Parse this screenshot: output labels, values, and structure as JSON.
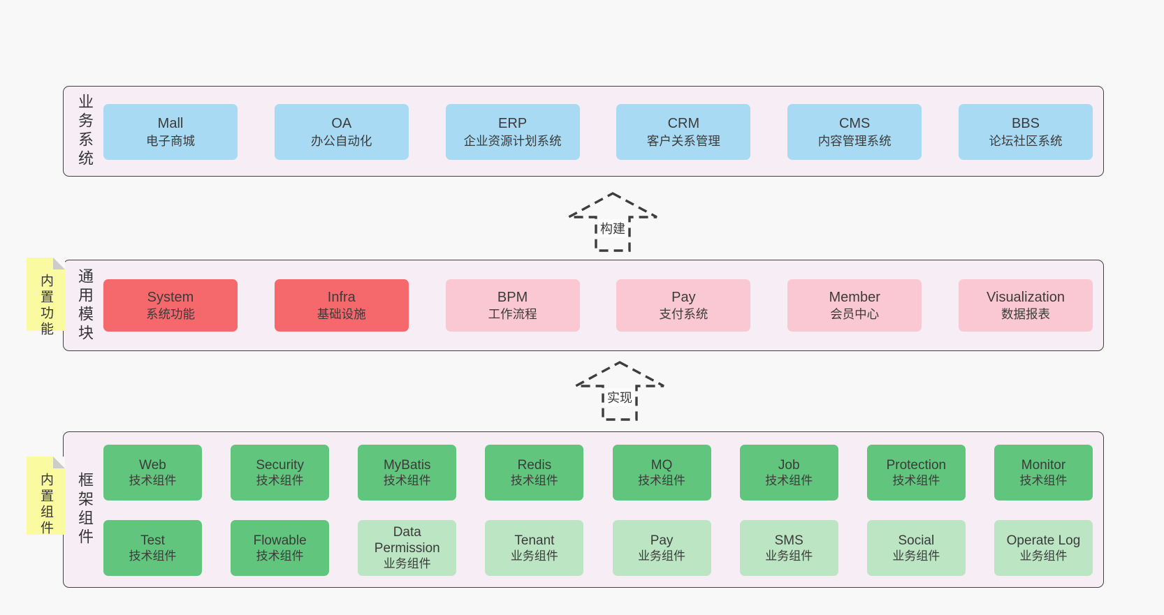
{
  "colors": {
    "page_bg": "#f8f8f8",
    "container_bg": "#f7edf4",
    "container_border": "#404040",
    "blue": "#a9daf3",
    "red": "#f5696d",
    "pink": "#f9c8d2",
    "green": "#62c57d",
    "light_green": "#bce5c3",
    "yellow_note": "#fafaa0",
    "note_fold": "#cccccc",
    "text": "#3b3b3b"
  },
  "arrows": {
    "build": "构建",
    "implement": "实现"
  },
  "layers": {
    "business": {
      "label": "业务系统",
      "boxes": [
        {
          "title": "Mall",
          "subtitle": "电子商城"
        },
        {
          "title": "OA",
          "subtitle": "办公自动化"
        },
        {
          "title": "ERP",
          "subtitle": "企业资源计划系统"
        },
        {
          "title": "CRM",
          "subtitle": "客户关系管理"
        },
        {
          "title": "CMS",
          "subtitle": "内容管理系统"
        },
        {
          "title": "BBS",
          "subtitle": "论坛社区系统"
        }
      ]
    },
    "modules": {
      "label": "通用模块",
      "note": "内置功能",
      "boxes": [
        {
          "title": "System",
          "subtitle": "系统功能",
          "variant": "red"
        },
        {
          "title": "Infra",
          "subtitle": "基础设施",
          "variant": "red"
        },
        {
          "title": "BPM",
          "subtitle": "工作流程",
          "variant": "pink"
        },
        {
          "title": "Pay",
          "subtitle": "支付系统",
          "variant": "pink"
        },
        {
          "title": "Member",
          "subtitle": "会员中心",
          "variant": "pink"
        },
        {
          "title": "Visualization",
          "subtitle": "数据报表",
          "variant": "pink"
        }
      ]
    },
    "framework": {
      "label": "框架组件",
      "note": "内置组件",
      "row1": [
        {
          "title": "Web",
          "subtitle": "技术组件",
          "variant": "green"
        },
        {
          "title": "Security",
          "subtitle": "技术组件",
          "variant": "green"
        },
        {
          "title": "MyBatis",
          "subtitle": "技术组件",
          "variant": "green"
        },
        {
          "title": "Redis",
          "subtitle": "技术组件",
          "variant": "green"
        },
        {
          "title": "MQ",
          "subtitle": "技术组件",
          "variant": "green"
        },
        {
          "title": "Job",
          "subtitle": "技术组件",
          "variant": "green"
        },
        {
          "title": "Protection",
          "subtitle": "技术组件",
          "variant": "green"
        },
        {
          "title": "Monitor",
          "subtitle": "技术组件",
          "variant": "green"
        }
      ],
      "row2": [
        {
          "title": "Test",
          "subtitle": "技术组件",
          "variant": "green"
        },
        {
          "title": "Flowable",
          "subtitle": "技术组件",
          "variant": "green"
        },
        {
          "title": "Data Permission",
          "subtitle": "业务组件",
          "variant": "light_green"
        },
        {
          "title": "Tenant",
          "subtitle": "业务组件",
          "variant": "light_green"
        },
        {
          "title": "Pay",
          "subtitle": "业务组件",
          "variant": "light_green"
        },
        {
          "title": "SMS",
          "subtitle": "业务组件",
          "variant": "light_green"
        },
        {
          "title": "Social",
          "subtitle": "业务组件",
          "variant": "light_green"
        },
        {
          "title": "Operate Log",
          "subtitle": "业务组件",
          "variant": "light_green"
        }
      ]
    }
  }
}
